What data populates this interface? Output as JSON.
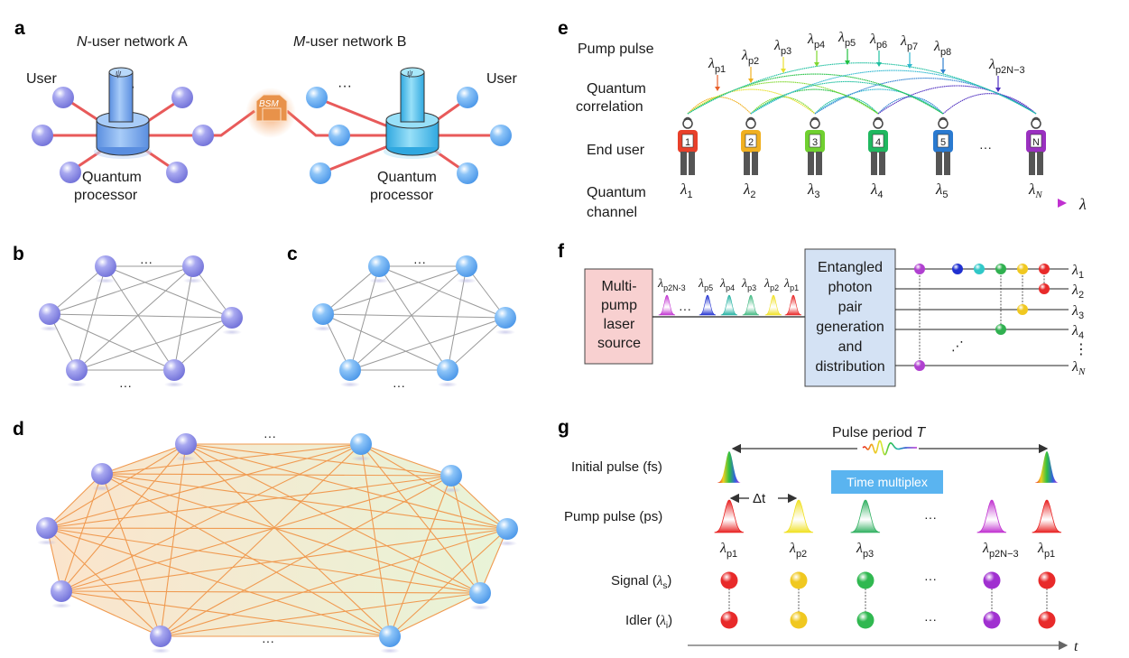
{
  "panels": {
    "a": {
      "letter": "a",
      "network_a_title_var": "N",
      "network_a_title_rest": "-user network A",
      "network_b_title_var": "M",
      "network_b_title_rest": "-user network B",
      "user_label_left": "User",
      "user_label_right": "User",
      "processor_label_line1": "Quantum",
      "processor_label_line2": "processor",
      "processor_symbol": "ψ",
      "bsm_label": "BSM",
      "ellipsis": "···",
      "colors": {
        "node_a": "#8e8ee6",
        "node_b": "#6aaef0",
        "processor_a": "#7fb0f0",
        "processor_b": "#5cc6ee",
        "link": "#e85a5a",
        "bsm": "#e8924a"
      }
    },
    "b": {
      "letter": "b",
      "ellipsis_top": "···",
      "ellipsis_bottom": "···",
      "node_color": "#8e8ee6",
      "node_count": 6
    },
    "c": {
      "letter": "c",
      "ellipsis_top": "···",
      "ellipsis_bottom": "···",
      "node_color": "#6aaef0",
      "node_count": 6
    },
    "d": {
      "letter": "d",
      "ellipsis_top": "···",
      "ellipsis_bottom": "···",
      "node_count": 10,
      "edge_color": "#f09a50"
    },
    "e": {
      "letter": "e",
      "row_labels": {
        "pump_pulse": "Pump pulse",
        "quantum_correlation_1": "Quantum",
        "quantum_correlation_2": "correlation",
        "end_user": "End user",
        "quantum_channel_1": "Quantum",
        "quantum_channel_2": "channel"
      },
      "pumps": [
        {
          "sub": "p1",
          "color": "#e8602a"
        },
        {
          "sub": "p2",
          "color": "#f0b020"
        },
        {
          "sub": "p3",
          "color": "#e8e030"
        },
        {
          "sub": "p4",
          "color": "#80d830"
        },
        {
          "sub": "p5",
          "color": "#20c040"
        },
        {
          "sub": "p6",
          "color": "#20c0a0"
        },
        {
          "sub": "p7",
          "color": "#30b8d0"
        },
        {
          "sub": "p8",
          "color": "#3080d0"
        },
        {
          "sub": "p2N−3",
          "color": "#5030c0"
        }
      ],
      "users": [
        {
          "badge": "1",
          "lambda_sub": "1",
          "color": "#e8402a"
        },
        {
          "badge": "2",
          "lambda_sub": "2",
          "color": "#f0b020"
        },
        {
          "badge": "3",
          "lambda_sub": "3",
          "color": "#70d030"
        },
        {
          "badge": "4",
          "lambda_sub": "4",
          "color": "#20b860"
        },
        {
          "badge": "5",
          "lambda_sub": "5",
          "color": "#2a7ad0"
        },
        {
          "badge": "N",
          "lambda_sub": "N",
          "color": "#9a30c0"
        }
      ],
      "users_ellipsis": "···",
      "axis_label": "λ",
      "lambda_symbol": "λ"
    },
    "f": {
      "letter": "f",
      "source_box_lines": [
        "Multi-",
        "pump",
        "laser",
        "source"
      ],
      "source_box_color": "#f8d0d0",
      "gen_box_lines": [
        "Entangled",
        "photon",
        "pair",
        "generation",
        "and",
        "distribution"
      ],
      "gen_box_color": "#d4e2f4",
      "pulses": [
        {
          "sub": "p2N-3",
          "color": "#c030d0"
        },
        {
          "sub": "p5",
          "color": "#2030d0"
        },
        {
          "sub": "p4",
          "color": "#20b0a0"
        },
        {
          "sub": "p3",
          "color": "#40b880"
        },
        {
          "sub": "p2",
          "color": "#f0e020"
        },
        {
          "sub": "p1",
          "color": "#e82020"
        }
      ],
      "pulse_ellipsis": "···",
      "channels": [
        {
          "sub": "1"
        },
        {
          "sub": "2"
        },
        {
          "sub": "3"
        },
        {
          "sub": "4"
        },
        {
          "sub": "N"
        }
      ],
      "vertical_ellipsis": "⋮",
      "diagonal_ellipsis": "⋰",
      "pair_dot_colors": {
        "purple": "#b040d0",
        "blue": "#2030d0",
        "cyan": "#30c8c8",
        "green": "#30b050",
        "yellow": "#f0c820",
        "red": "#e82a2a"
      }
    },
    "g": {
      "letter": "g",
      "title_text": "Pulse period ",
      "title_var": "T",
      "time_multiplex_label": "Time multiplex",
      "time_multiplex_color": "#5ab4f0",
      "row_labels": {
        "initial_pulse": "Initial pulse (fs)",
        "pump_pulse": "Pump pulse (ps)",
        "signal_text": "Signal (",
        "signal_sub": "s",
        "idler_text": "Idler (",
        "idler_sub": "i"
      },
      "delta_t": "Δt",
      "ellipsis": "···",
      "axis_label": "t",
      "pump_pulses": [
        {
          "sub": "p1",
          "color": "#e82020"
        },
        {
          "sub": "p2",
          "color": "#f0e020"
        },
        {
          "sub": "p3",
          "color": "#30b060"
        },
        {
          "sub": "p2N−3",
          "color": "#c030d0"
        },
        {
          "sub": "p1",
          "color": "#e82020"
        }
      ],
      "pair_colors": [
        "#e82a2a",
        "#f0c820",
        "#30b850",
        "#a030d0",
        "#e82a2a"
      ]
    }
  }
}
